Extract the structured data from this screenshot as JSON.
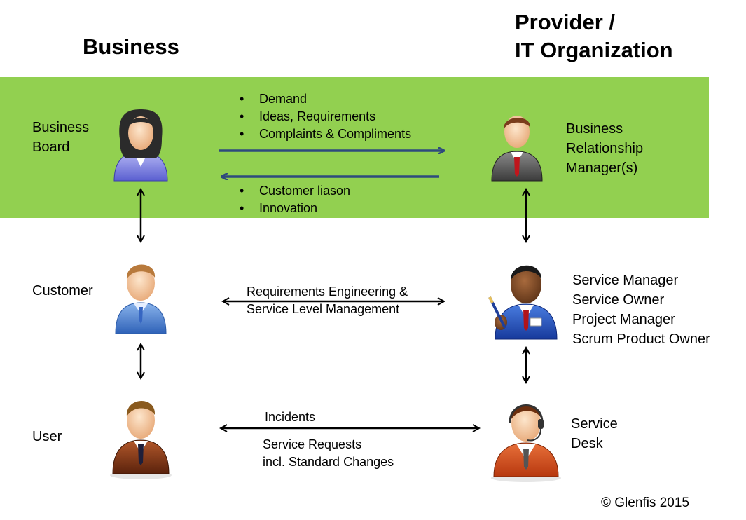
{
  "headers": {
    "business": "Business",
    "provider_line1": "Provider /",
    "provider_line2": "IT Organization"
  },
  "left_roles": {
    "business_board": [
      "Business",
      "Board"
    ],
    "customer": "Customer",
    "user": "User"
  },
  "right_roles": {
    "brm": [
      "Business",
      "Relationship",
      "Manager(s)"
    ],
    "service_manager": [
      "Service Manager",
      "Service Owner",
      "Project Manager",
      "Scrum Product Owner"
    ],
    "service_desk": [
      "Service",
      "Desk"
    ]
  },
  "flows": {
    "to_provider": [
      "Demand",
      "Ideas, Requirements",
      "Complaints & Compliments"
    ],
    "to_business": [
      "Customer liason",
      "Innovation"
    ],
    "customer_level": [
      "Requirements Engineering &",
      "Service Level Management"
    ],
    "user_level_top": "Incidents",
    "user_level_bottom": [
      "Service Requests",
      "incl. Standard Changes"
    ]
  },
  "copyright": "© Glenfis 2015",
  "colors": {
    "band": "#92d050",
    "arrow_blue": "#2e4a7d",
    "arrow_black": "#000000"
  },
  "icons": {
    "business_board": "businesswoman-icon",
    "brm": "businessman-suit-icon",
    "customer": "customer-person-icon",
    "service_manager": "service-manager-person-icon",
    "user": "user-person-icon",
    "service_desk": "service-desk-headset-icon"
  }
}
